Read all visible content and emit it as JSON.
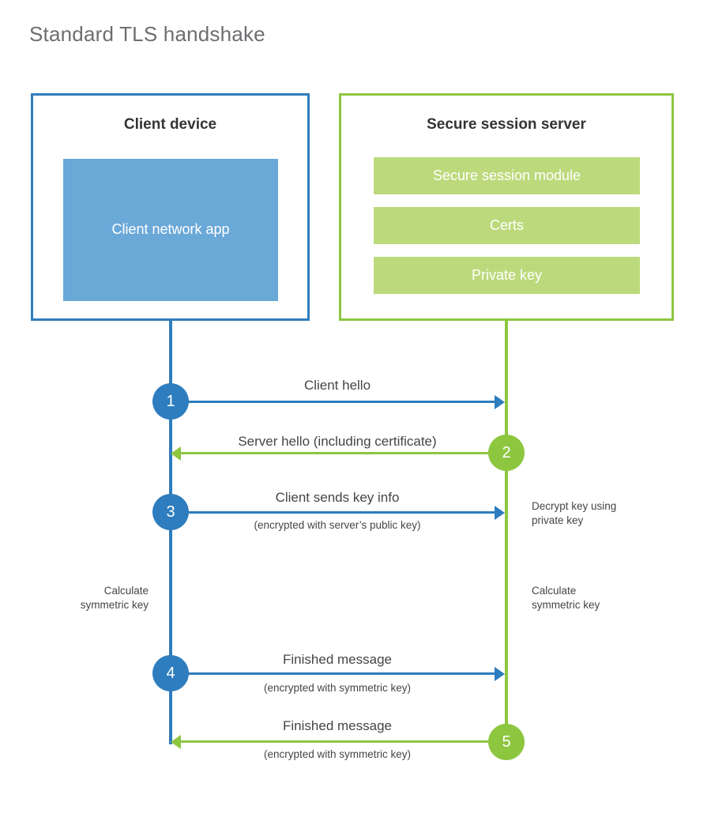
{
  "title": "Standard TLS handshake",
  "colors": {
    "client_blue": "#2E7DBE",
    "client_app_fill": "#6AA8D8",
    "server_green": "#8DC63F",
    "server_block_fill": "#BCDA7C",
    "title_gray": "#6D6E71",
    "text_dark": "#333436",
    "label_gray": "#444548",
    "background": "#FFFFFF"
  },
  "entities": {
    "client": {
      "title": "Client device",
      "components": [
        {
          "label": "Client network app"
        }
      ]
    },
    "server": {
      "title": "Secure session server",
      "components": [
        {
          "label": "Secure session module"
        },
        {
          "label": "Certs"
        },
        {
          "label": "Private key"
        }
      ]
    }
  },
  "steps": [
    {
      "number": "1",
      "label": "Client hello",
      "sublabel": "",
      "direction": "client-to-server",
      "color": "#2E7DBE"
    },
    {
      "number": "2",
      "label": "Server hello (including certificate)",
      "sublabel": "",
      "direction": "server-to-client",
      "color": "#8DC63F"
    },
    {
      "number": "3",
      "label": "Client sends key info",
      "sublabel": "(encrypted with server’s public key)",
      "direction": "client-to-server",
      "color": "#2E7DBE"
    },
    {
      "number": "4",
      "label": "Finished message",
      "sublabel": "(encrypted with symmetric key)",
      "direction": "client-to-server",
      "color": "#2E7DBE"
    },
    {
      "number": "5",
      "label": "Finished message",
      "sublabel": "(encrypted with symmetric key)",
      "direction": "server-to-client",
      "color": "#8DC63F"
    }
  ],
  "annotations": {
    "decrypt_key": "Decrypt key using\nprivate key",
    "decrypt_key_line1": "Decrypt key using",
    "decrypt_key_line2": "private key",
    "client_calculate_line1": "Calculate",
    "client_calculate_line2": "symmetric key",
    "server_calculate_line1": "Calculate",
    "server_calculate_line2": "symmetric key"
  }
}
